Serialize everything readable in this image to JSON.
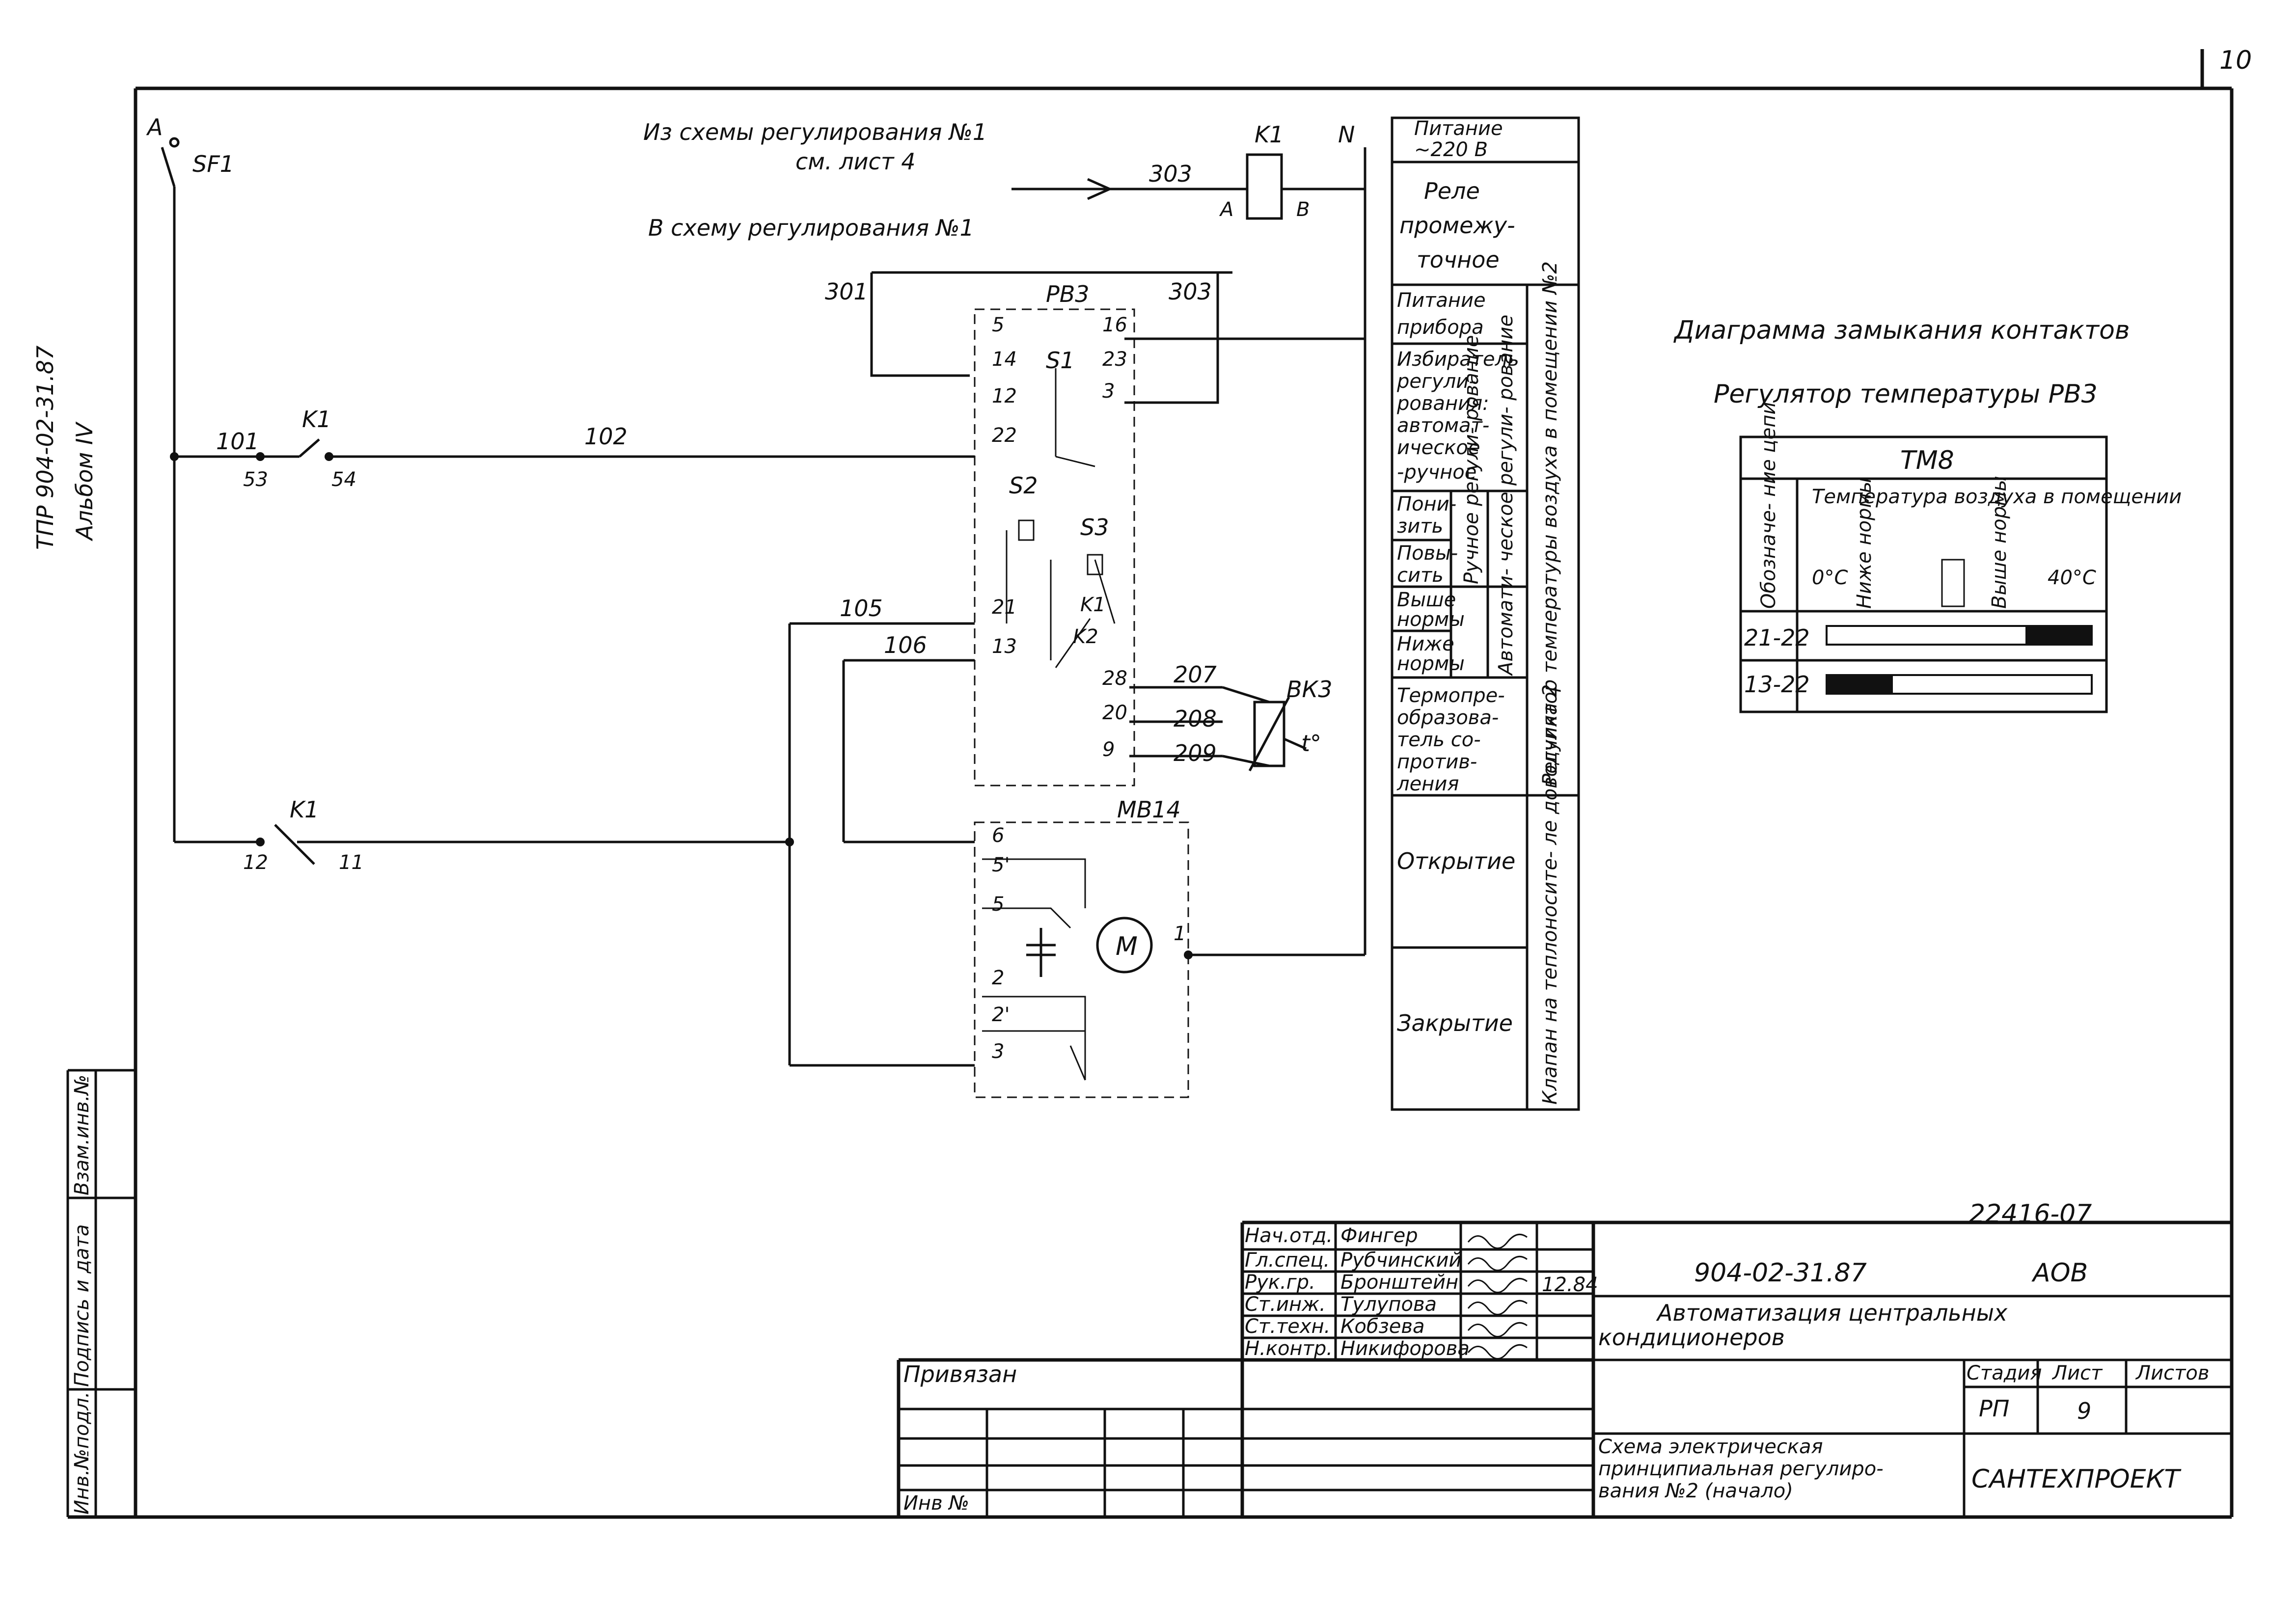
{
  "sheet_number": "10",
  "side_labels": {
    "project_code": "ТПР 904-02-31.87",
    "album": "Альбом IV"
  },
  "stamp_left": {
    "inv_podl": "Инв.№подл.",
    "podpis_data": "Подпись и дата",
    "vzam_inv": "Взам.инв.№"
  },
  "circuit": {
    "phase_a": "A",
    "neutral_n": "N",
    "sf1": "SF1",
    "from_scheme": "Из схемы регулирования №1",
    "see_sheet": "см. лист 4",
    "to_scheme": "В схему регулирования №1",
    "k1_relay": "K1",
    "relay_a": "A",
    "relay_b": "B",
    "w303_top": "303",
    "w301": "301",
    "w303": "303",
    "rv3": "РВ3",
    "w101": "101",
    "w102": "102",
    "w105": "105",
    "w106": "106",
    "w207": "207",
    "w208": "208",
    "w209": "209",
    "k1_contact1": "K1",
    "k1_contact2": "K1",
    "c53": "53",
    "c54": "54",
    "c12": "12",
    "c11": "11",
    "term_5": "5",
    "term_14": "14",
    "term_12": "12",
    "term_22": "22",
    "term_21": "21",
    "term_13": "13",
    "term_16": "16",
    "term_23": "23",
    "term_3": "3",
    "term_28": "28",
    "term_20": "20",
    "term_9": "9",
    "s1": "S1",
    "s2": "S2",
    "s3": "S3",
    "k1_int": "K1",
    "k2_int": "K2",
    "bk3": "ВК3",
    "t0": "t°",
    "mv14": "МВ14",
    "motor": "M",
    "m6": "6",
    "m5p": "5'",
    "m5": "5",
    "m2": "2",
    "m2p": "2'",
    "m3": "3",
    "m1": "1"
  },
  "legend_table": {
    "r1a": "Питание",
    "r1b": "~220 В",
    "r2a": "Реле",
    "r2b": "промежу-",
    "r2c": "точное",
    "r3a": "Питание",
    "r3b": "прибора",
    "r4a": "Избиратель",
    "r4b": "регули-",
    "r4c": "рования:",
    "r4d": "автомат-",
    "r4e": "ическое",
    "r4f": "-ручное",
    "r5a": "Пони-",
    "r5b": "зить",
    "r6a": "Повы-",
    "r6b": "сить",
    "r7a": "Выше",
    "r7b": "нормы",
    "r8a": "Ниже",
    "r8b": "нормы",
    "r9a": "Термопре-",
    "r9b": "образова-",
    "r9c": "тель со-",
    "r9d": "против-",
    "r9e": "ления",
    "r10": "Открытие",
    "r11": "Закрытие",
    "v_manual": "Ручное регули- рование",
    "v_auto": "Автомати- ческое регули- рование",
    "v_regulator": "Регулятор температуры воздуха в помещении №2",
    "v_valve": "Клапан на теплоносите- ле доводчика 2"
  },
  "diagram": {
    "title": "Диаграмма замыкания контактов",
    "subtitle": "Регулятор температуры РВ3",
    "tm8": "ТМ8",
    "circuit_designation": "Обозначе- ние цепи",
    "temp_header": "Температура воздуха в помещении",
    "zero": "0°C",
    "below": "Ниже нормы",
    "above": "Выше нормы",
    "forty": "40°C",
    "row1": "21-22",
    "row2": "13-22",
    "row1_closed_range": [
      0.75,
      1.0
    ],
    "row2_closed_range": [
      0.0,
      0.25
    ]
  },
  "title_block": {
    "reg_number": "22416-07",
    "doc_code": "904-02-31.87",
    "mark": "АОВ",
    "title_line1": "Автоматизация центральных",
    "title_line2": "кондиционеров",
    "sheet_title1": "Схема электрическая",
    "sheet_title2": "принципиальная регулиро-",
    "sheet_title3": "вания №2 (начало)",
    "org": "САНТЕХПРОЕКТ",
    "stage_label": "Стадия",
    "sheet_label": "Лист",
    "sheets_label": "Листов",
    "stage": "РП",
    "sheet": "9",
    "privyazan": "Привязан",
    "inv_no": "Инв №",
    "date": "12.84",
    "roles": [
      "Нач.отд.",
      "Гл.спец.",
      "Рук.гр.",
      "Ст.инж.",
      "Ст.техн.",
      "Н.контр."
    ],
    "names": [
      "Фингер",
      "Рубчинский",
      "Бронштейн",
      "Тулупова",
      "Кобзева",
      "Никифорова"
    ]
  }
}
